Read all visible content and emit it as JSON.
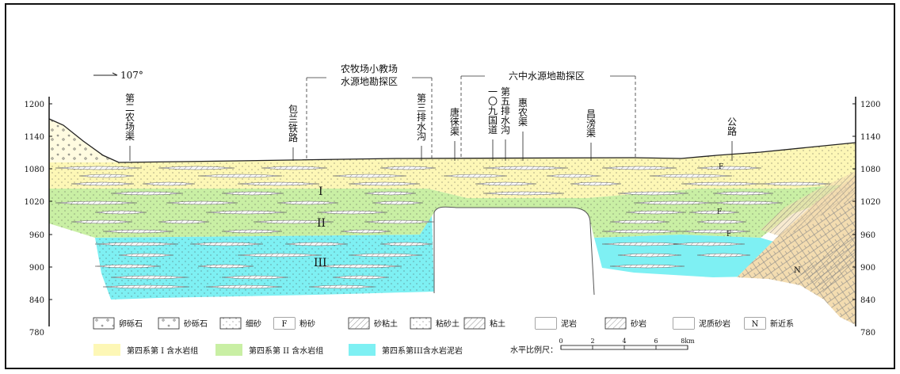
{
  "strike": "107°",
  "zones": {
    "left": [
      "农牧场小教场",
      "水源地勘探区"
    ],
    "right": "六中水源地勘探区"
  },
  "left_axis": [
    "1200",
    "1140",
    "1080",
    "1020",
    "960",
    "900",
    "840",
    "780"
  ],
  "right_axis": [
    "1200",
    "1140",
    "1080",
    "1020",
    "960",
    "900",
    "840",
    "780"
  ],
  "surface_labels": [
    {
      "chars": [
        "第",
        "二",
        "农",
        "场",
        "渠"
      ]
    },
    {
      "chars": [
        "包",
        "兰",
        "铁",
        "路"
      ]
    },
    {
      "chars": [
        "第",
        "三",
        "排",
        "水",
        "沟"
      ]
    },
    {
      "chars": [
        "唐",
        "徕",
        "渠"
      ]
    },
    {
      "chars": [
        "一",
        "〇",
        "九",
        "国",
        "道"
      ]
    },
    {
      "chars": [
        "第",
        "五",
        "排",
        "水",
        "沟"
      ]
    },
    {
      "chars": [
        "惠",
        "农",
        "渠"
      ]
    },
    {
      "chars": [
        "昌",
        "滂",
        "渠"
      ]
    },
    {
      "chars": [
        "公",
        "路"
      ]
    }
  ],
  "aquifer_labels": {
    "one": "I",
    "two": "II",
    "three": "III"
  },
  "f_marks": [
    "F",
    "F",
    "F"
  ],
  "n_mark": "N",
  "legend_row1": [
    {
      "sym": "",
      "text": "卵砾石"
    },
    {
      "sym": "",
      "text": "砂砾石"
    },
    {
      "sym": "",
      "text": "细砂"
    },
    {
      "sym": "F",
      "text": "粉砂"
    },
    {
      "sym": "",
      "text": "砂粘土"
    },
    {
      "sym": "",
      "text": "粘砂土"
    },
    {
      "sym": "",
      "text": "粘土"
    },
    {
      "sym": "",
      "text": "泥岩"
    },
    {
      "sym": "",
      "text": "砂岩"
    },
    {
      "sym": "",
      "text": "泥质砂岩"
    },
    {
      "sym": "N",
      "text": "新近系"
    }
  ],
  "legend_row2": [
    {
      "text": "第四系第 I 含水岩组",
      "color": "#fdf7b6"
    },
    {
      "text": "第四系第 II 含水岩组",
      "color": "#c9efa4"
    },
    {
      "text": "第四系第III含水岩泥岩",
      "color": "#7ef0f3"
    }
  ],
  "scale": {
    "label": "水平比例尺：",
    "ticks": [
      "0",
      "2",
      "4",
      "6",
      "8km"
    ]
  },
  "colors": {
    "aquifer1": "#fdf7b6",
    "aquifer2": "#c9efa4",
    "aquifer3": "#7ef0f3",
    "neogene": "#f3dcb0"
  }
}
